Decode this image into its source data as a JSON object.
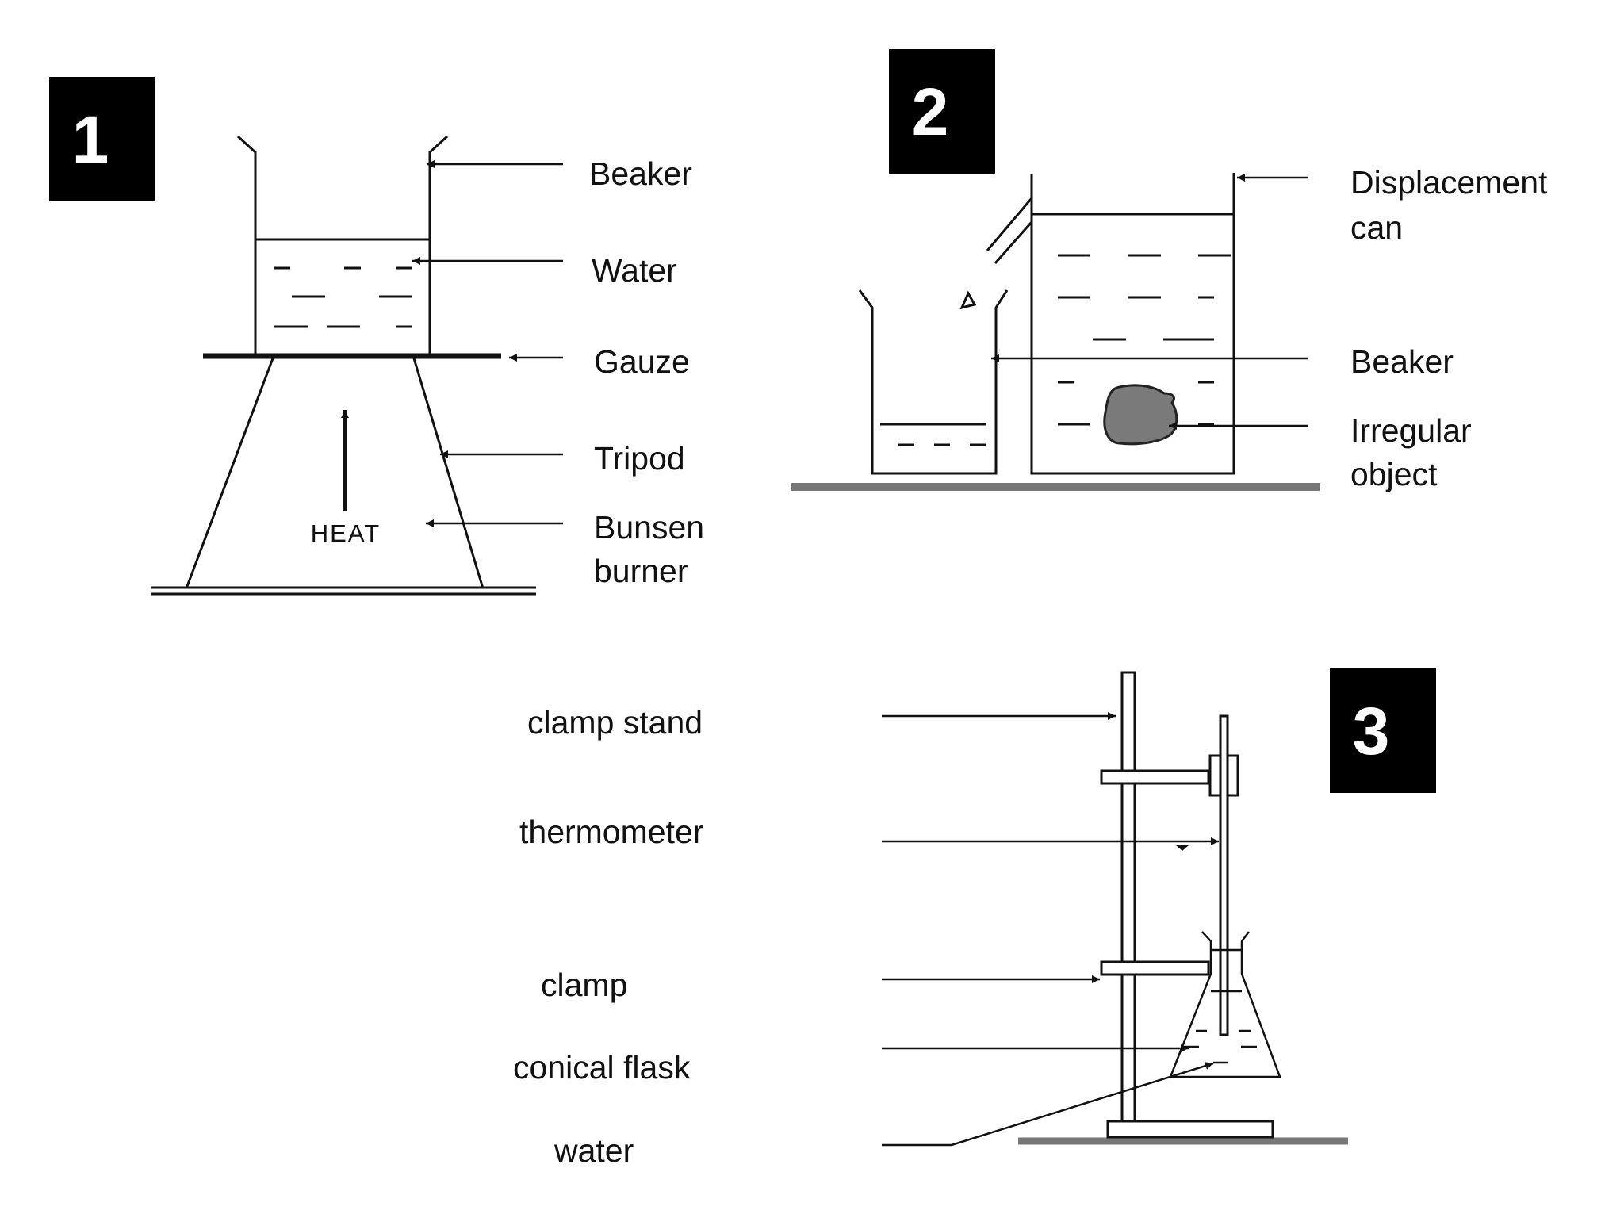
{
  "panel_1": {
    "number": "1",
    "heat_label": "HEAT",
    "labels": {
      "beaker": "Beaker",
      "water": "Water",
      "gauze": "Gauze",
      "tripod": "Tripod",
      "bunsen_1": "Bunsen",
      "bunsen_2": "burner"
    }
  },
  "panel_2": {
    "number": "2",
    "labels": {
      "displacement_1": "Displacement",
      "displacement_2": "can",
      "beaker": "Beaker",
      "irregular_1": "Irregular",
      "irregular_2": "object"
    }
  },
  "panel_3": {
    "number": "3",
    "labels": {
      "clamp_stand": "clamp stand",
      "thermometer": "thermometer",
      "clamp": "clamp",
      "conical_flask": "conical flask",
      "water": "water"
    }
  }
}
